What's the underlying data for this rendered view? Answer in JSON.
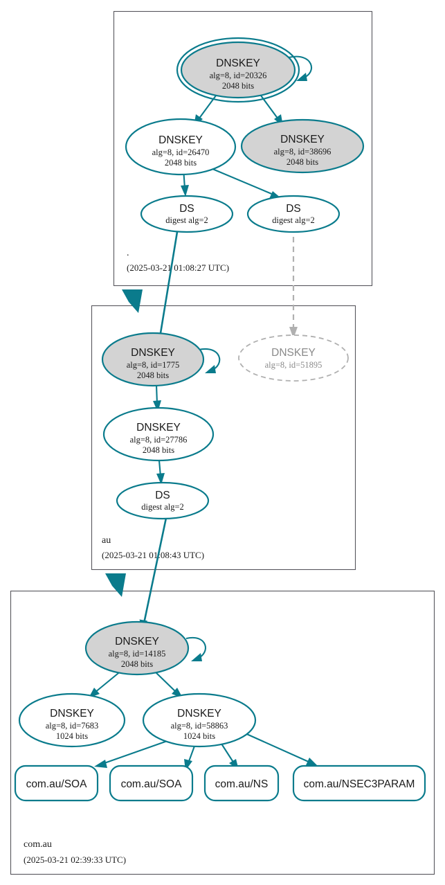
{
  "diagram": {
    "type": "dnssec-authentication-chain",
    "title": "DNSSEC authentication chain for com.au",
    "colors": {
      "secure_stroke": "#0a7b8c",
      "secure_fill": "#d3d3d3",
      "plain_fill": "#ffffff",
      "insecure_stroke": "#b0b0b0",
      "zone_border": "#57565c",
      "text": "#1a1a1a"
    }
  },
  "zones": [
    {
      "id": "root",
      "name": ".",
      "timestamp": "(2025-03-21 01:08:27 UTC)",
      "nodes": [
        {
          "id": "root-ksk-20326",
          "kind": "DNSKEY",
          "title": "DNSKEY",
          "line2": "alg=8, id=20326",
          "line3": "2048 bits",
          "alg": 8,
          "key_id": 20326,
          "key_size": "2048 bits",
          "style": "trust-anchor-secure",
          "trust_anchor": true
        },
        {
          "id": "root-zsk-26470",
          "kind": "DNSKEY",
          "title": "DNSKEY",
          "line2": "alg=8, id=26470",
          "line3": "2048 bits",
          "alg": 8,
          "key_id": 26470,
          "key_size": "2048 bits",
          "style": "plain"
        },
        {
          "id": "root-key-38696",
          "kind": "DNSKEY",
          "title": "DNSKEY",
          "line2": "alg=8, id=38696",
          "line3": "2048 bits",
          "alg": 8,
          "key_id": 38696,
          "key_size": "2048 bits",
          "style": "secure"
        },
        {
          "id": "root-ds-left",
          "kind": "DS",
          "title": "DS",
          "line2": "digest alg=2",
          "digest_alg": 2,
          "style": "plain"
        },
        {
          "id": "root-ds-right",
          "kind": "DS",
          "title": "DS",
          "line2": "digest alg=2",
          "digest_alg": 2,
          "style": "plain"
        }
      ]
    },
    {
      "id": "au",
      "name": "au",
      "timestamp": "(2025-03-21 01:08:43 UTC)",
      "nodes": [
        {
          "id": "au-ksk-1775",
          "kind": "DNSKEY",
          "title": "DNSKEY",
          "line2": "alg=8, id=1775",
          "line3": "2048 bits",
          "alg": 8,
          "key_id": 1775,
          "key_size": "2048 bits",
          "style": "secure"
        },
        {
          "id": "au-key-51895",
          "kind": "DNSKEY",
          "title": "DNSKEY",
          "line2": "alg=8, id=51895",
          "alg": 8,
          "key_id": 51895,
          "style": "insecure-dashed"
        },
        {
          "id": "au-zsk-27786",
          "kind": "DNSKEY",
          "title": "DNSKEY",
          "line2": "alg=8, id=27786",
          "line3": "2048 bits",
          "alg": 8,
          "key_id": 27786,
          "key_size": "2048 bits",
          "style": "plain"
        },
        {
          "id": "au-ds",
          "kind": "DS",
          "title": "DS",
          "line2": "digest alg=2",
          "digest_alg": 2,
          "style": "plain"
        }
      ]
    },
    {
      "id": "comau",
      "name": "com.au",
      "timestamp": "(2025-03-21 02:39:33 UTC)",
      "nodes": [
        {
          "id": "comau-ksk-14185",
          "kind": "DNSKEY",
          "title": "DNSKEY",
          "line2": "alg=8, id=14185",
          "line3": "2048 bits",
          "alg": 8,
          "key_id": 14185,
          "key_size": "2048 bits",
          "style": "secure"
        },
        {
          "id": "comau-key-7683",
          "kind": "DNSKEY",
          "title": "DNSKEY",
          "line2": "alg=8, id=7683",
          "line3": "1024 bits",
          "alg": 8,
          "key_id": 7683,
          "key_size": "1024 bits",
          "style": "plain"
        },
        {
          "id": "comau-zsk-58863",
          "kind": "DNSKEY",
          "title": "DNSKEY",
          "line2": "alg=8, id=58863",
          "line3": "1024 bits",
          "alg": 8,
          "key_id": 58863,
          "key_size": "1024 bits",
          "style": "plain"
        },
        {
          "id": "rr-soa-1",
          "kind": "RRset",
          "title": "com.au/SOA",
          "style": "rr-box"
        },
        {
          "id": "rr-soa-2",
          "kind": "RRset",
          "title": "com.au/SOA",
          "style": "rr-box"
        },
        {
          "id": "rr-ns",
          "kind": "RRset",
          "title": "com.au/NS",
          "style": "rr-box"
        },
        {
          "id": "rr-nsec3param",
          "kind": "RRset",
          "title": "com.au/NSEC3PARAM",
          "style": "rr-box"
        }
      ]
    }
  ],
  "edges": [
    {
      "from": "root-ksk-20326",
      "to": "root-ksk-20326",
      "style": "self-loop-secure"
    },
    {
      "from": "root-ksk-20326",
      "to": "root-zsk-26470",
      "style": "secure"
    },
    {
      "from": "root-ksk-20326",
      "to": "root-key-38696",
      "style": "secure"
    },
    {
      "from": "root-zsk-26470",
      "to": "root-ds-left",
      "style": "secure"
    },
    {
      "from": "root-zsk-26470",
      "to": "root-ds-right",
      "style": "secure"
    },
    {
      "from": "root-ds-left",
      "to": "au-ksk-1775",
      "style": "secure-delegation"
    },
    {
      "from": "root-ds-right",
      "to": "au-key-51895",
      "style": "insecure-dashed"
    },
    {
      "from": "au-ksk-1775",
      "to": "au-ksk-1775",
      "style": "self-loop-secure"
    },
    {
      "from": "au-ksk-1775",
      "to": "au-zsk-27786",
      "style": "secure"
    },
    {
      "from": "au-zsk-27786",
      "to": "au-ds",
      "style": "secure"
    },
    {
      "from": "au-ds",
      "to": "comau-ksk-14185",
      "style": "secure-delegation"
    },
    {
      "from": "comau-ksk-14185",
      "to": "comau-ksk-14185",
      "style": "self-loop-secure"
    },
    {
      "from": "comau-ksk-14185",
      "to": "comau-key-7683",
      "style": "secure"
    },
    {
      "from": "comau-ksk-14185",
      "to": "comau-zsk-58863",
      "style": "secure"
    },
    {
      "from": "comau-zsk-58863",
      "to": "rr-soa-1",
      "style": "secure"
    },
    {
      "from": "comau-zsk-58863",
      "to": "rr-soa-2",
      "style": "secure"
    },
    {
      "from": "comau-zsk-58863",
      "to": "rr-ns",
      "style": "secure"
    },
    {
      "from": "comau-zsk-58863",
      "to": "rr-nsec3param",
      "style": "secure"
    }
  ]
}
